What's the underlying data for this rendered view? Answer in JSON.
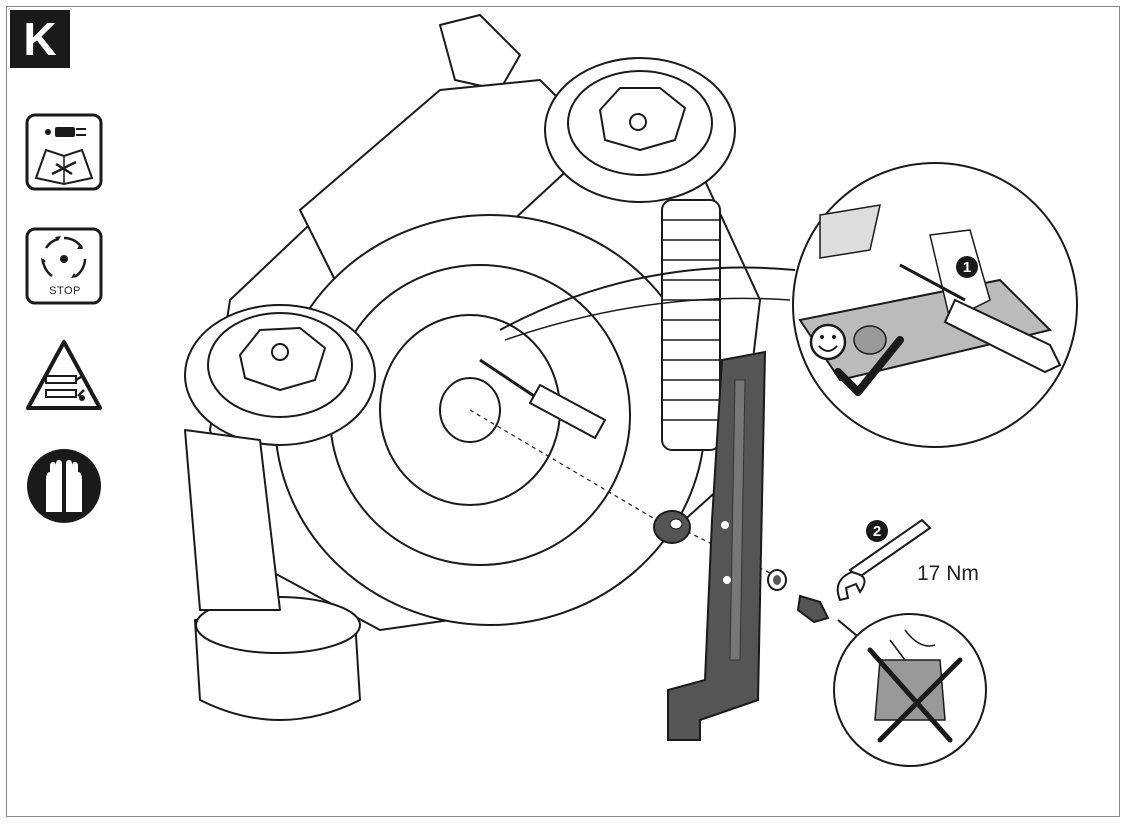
{
  "step": {
    "letter": "K"
  },
  "icons": {
    "manual": "manual-icon",
    "stop": {
      "name": "stop-blade-icon",
      "label": "STOP"
    },
    "warning": "sharp-blade-warning-icon",
    "gloves": "gloves-icon"
  },
  "callouts": {
    "step1": "1",
    "step2": "2",
    "torque": "17 Nm"
  },
  "colors": {
    "ink": "#1a1a1a",
    "blade": "#555555",
    "frame": "#8a8a8a"
  }
}
